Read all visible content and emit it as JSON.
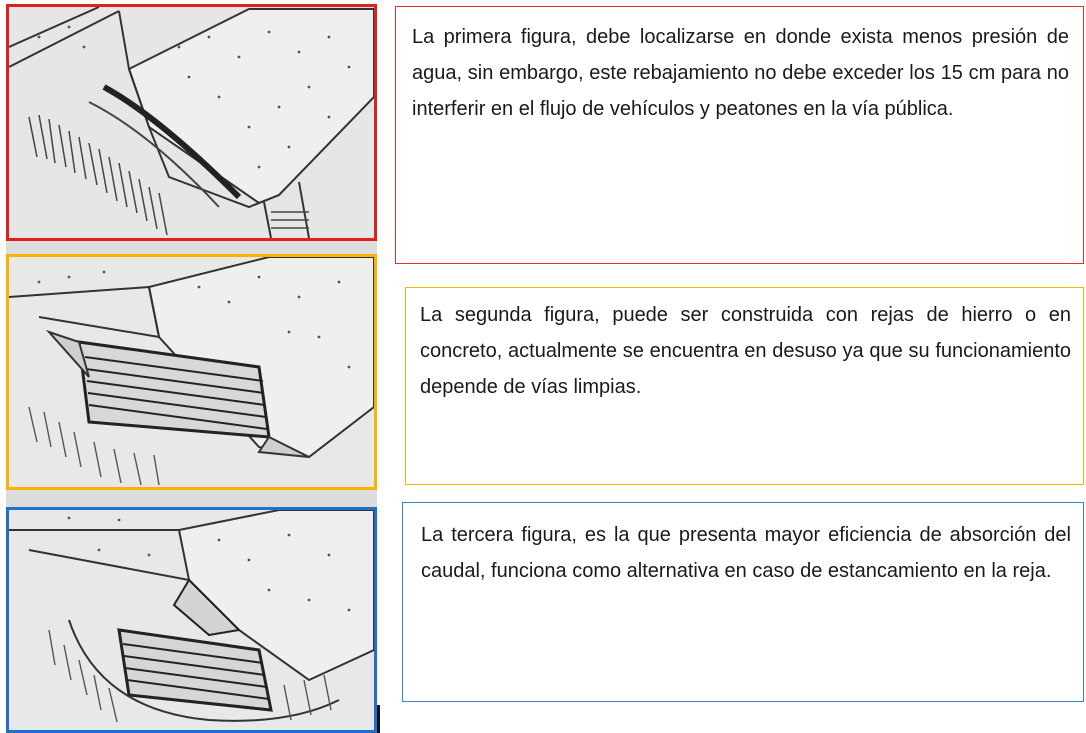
{
  "colors": {
    "frame_1": "#e02020",
    "frame_2": "#f4b400",
    "frame_3": "#1f6fd1"
  },
  "figures": [
    {
      "image": "curb-inlet-sketch-depressed",
      "caption": "La primera figura, debe localizarse en donde exista menos presión de agua, sin embargo, este rebajamiento no debe exceder los 15 cm para no interferir en el flujo de vehículos y peatones en la vía pública."
    },
    {
      "image": "grate-inlet-sketch",
      "caption": "La segunda figura, puede ser construida con rejas de hierro o en concreto, actualmente se encuentra en desuso ya que su funcionamiento depende de vías limpias."
    },
    {
      "image": "combined-inlet-sketch",
      "caption": "La tercera figura, es la que presenta mayor eficiencia de absorción del caudal, funciona como alternativa en caso de estancamiento en la reja."
    }
  ]
}
